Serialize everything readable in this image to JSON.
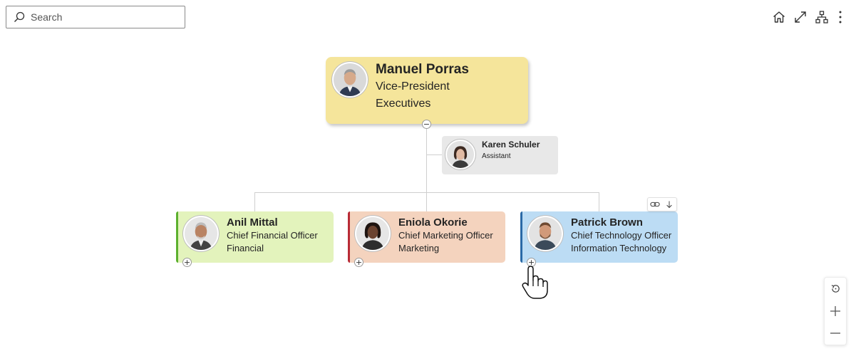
{
  "search": {
    "placeholder": "Search",
    "value": ""
  },
  "toolbar": {
    "icons": [
      "home-icon",
      "expand-icon",
      "org-layout-icon",
      "more-icon"
    ]
  },
  "root": {
    "name": "Manuel Porras",
    "title": "Vice-President",
    "department": "Executives",
    "color": "#f5e59b",
    "toggle": "−"
  },
  "assistant": {
    "name": "Karen Schuler",
    "title": "Assistant",
    "color": "#e8e8e8"
  },
  "children": [
    {
      "name": "Anil Mittal",
      "title": "Chief Financial Officer",
      "department": "Financial",
      "color": "#e3f3bc",
      "accent": "#5cb02e",
      "toggle": "+"
    },
    {
      "name": "Eniola Okorie",
      "title": "Chief Marketing Officer",
      "department": "Marketing",
      "color": "#f4d3be",
      "accent": "#b92b36",
      "toggle": "+"
    },
    {
      "name": "Patrick Brown",
      "title": "Chief Technology Officer",
      "department": "Information Technology",
      "color": "#bcdcf4",
      "accent": "#2b6aa6",
      "toggle": "+"
    }
  ],
  "card_toolbar": {
    "icons": [
      "link-icon",
      "arrow-down-icon"
    ]
  },
  "zoom": {
    "icons": [
      "reset-view-icon",
      "zoom-in-icon",
      "zoom-out-icon"
    ]
  }
}
